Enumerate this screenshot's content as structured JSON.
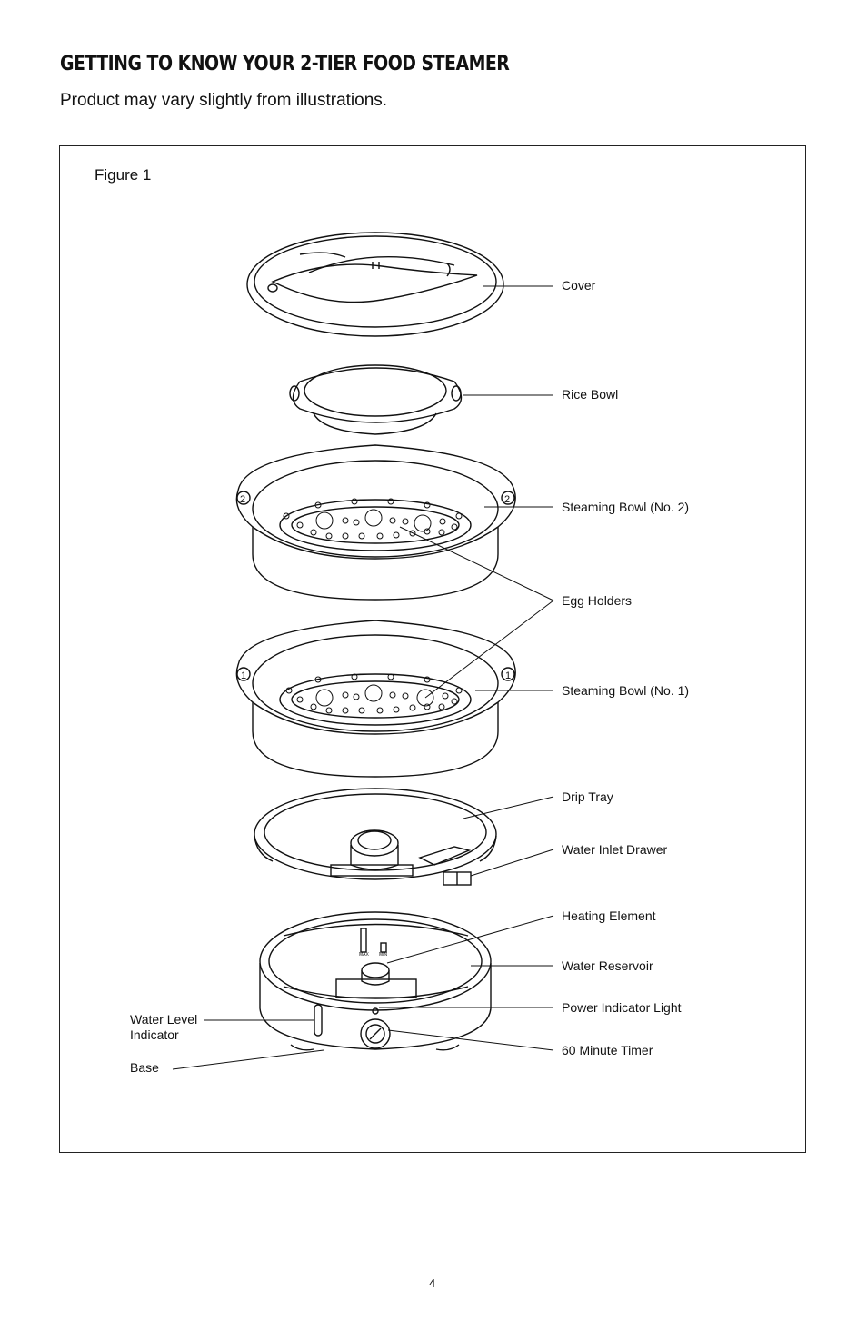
{
  "heading": "GETTING TO KNOW YOUR 2-TIER FOOD STEAMER",
  "subheading": "Product may vary slightly from illustrations.",
  "figure": {
    "label": "Figure 1",
    "callouts": {
      "cover": "Cover",
      "rice_bowl": "Rice Bowl",
      "steaming_bowl_2": "Steaming Bowl (No. 2)",
      "egg_holders": "Egg Holders",
      "steaming_bowl_1": "Steaming Bowl (No. 1)",
      "drip_tray": "Drip Tray",
      "water_inlet_drawer": "Water Inlet Drawer",
      "heating_element": "Heating Element",
      "water_reservoir": "Water Reservoir",
      "power_indicator_light": "Power Indicator Light",
      "timer": "60 Minute Timer",
      "water_level_indicator": "Water Level\nIndicator",
      "base": "Base"
    },
    "bowl_markers": {
      "bowl_2": "2",
      "bowl_1": "1"
    },
    "reservoir_marks": {
      "max": "MAX",
      "min": "MIN"
    }
  },
  "page_number": "4"
}
